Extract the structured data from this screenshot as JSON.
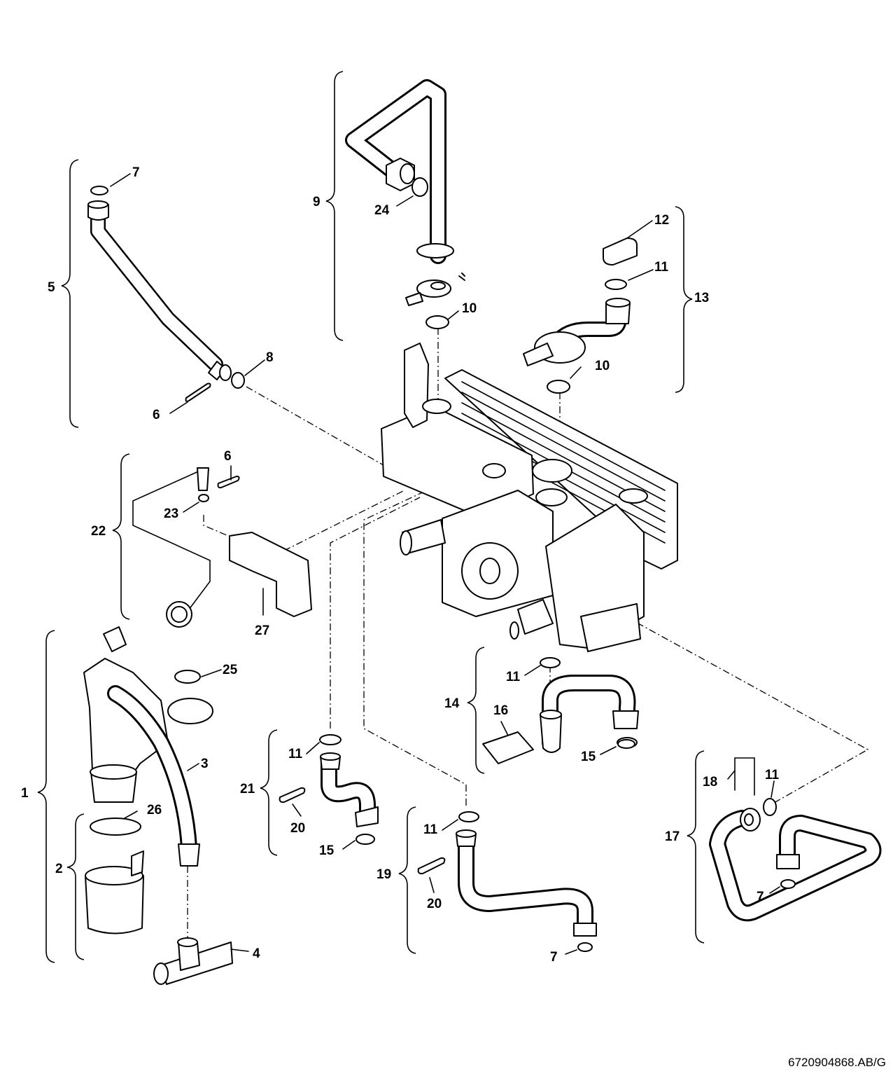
{
  "diagram": {
    "reference_code": "6720904868.AB/G",
    "callouts": {
      "c1": "1",
      "c2": "2",
      "c3": "3",
      "c4": "4",
      "c5": "5",
      "c6a": "6",
      "c6b": "6",
      "c7a": "7",
      "c7b": "7",
      "c7c": "7",
      "c8": "8",
      "c9": "9",
      "c10a": "10",
      "c10b": "10",
      "c11a": "11",
      "c11b": "11",
      "c11c": "11",
      "c11d": "11",
      "c11e": "11",
      "c12": "12",
      "c13": "13",
      "c14": "14",
      "c15a": "15",
      "c15b": "15",
      "c16": "16",
      "c17": "17",
      "c18": "18",
      "c19": "19",
      "c20a": "20",
      "c20b": "20",
      "c21": "21",
      "c22": "22",
      "c23": "23",
      "c24": "24",
      "c25": "25",
      "c26": "26",
      "c27": "27"
    }
  }
}
